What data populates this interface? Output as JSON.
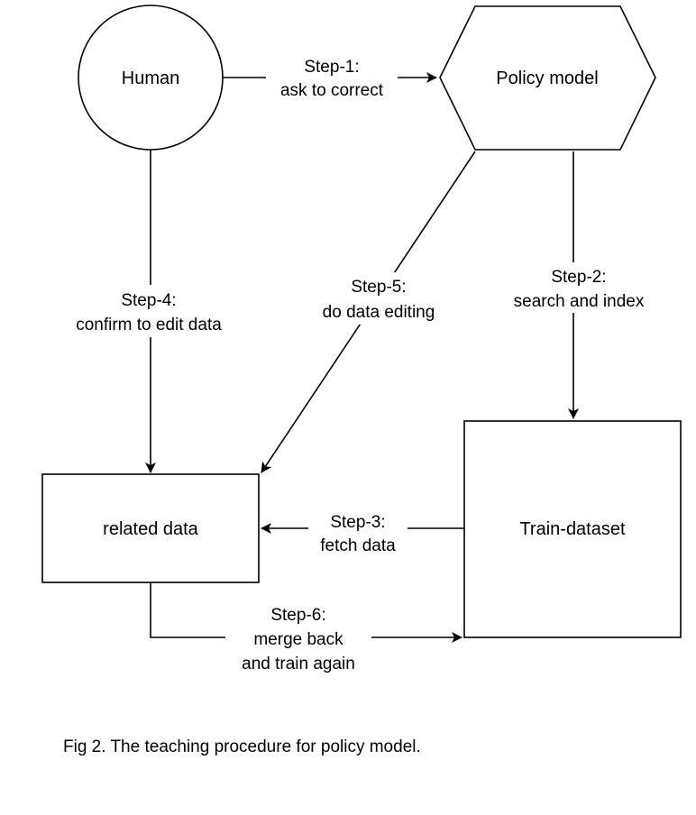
{
  "nodes": {
    "human": "Human",
    "policy_model": "Policy model",
    "related_data": "related data",
    "train_dataset": "Train-dataset"
  },
  "edges": {
    "step1": {
      "line1": "Step-1:",
      "line2": "ask to correct"
    },
    "step2": {
      "line1": "Step-2:",
      "line2": "search and index"
    },
    "step3": {
      "line1": "Step-3:",
      "line2": "fetch data"
    },
    "step4": {
      "line1": "Step-4:",
      "line2": "confirm to edit data"
    },
    "step5": {
      "line1": "Step-5:",
      "line2": "do data editing"
    },
    "step6": {
      "line1": "Step-6:",
      "line2": "merge back",
      "line3": "and train again"
    }
  },
  "caption": "Fig 2. The teaching procedure for policy model.",
  "colors": {
    "stroke": "#000000",
    "label_bg": "#ffffff",
    "background": "#ffffff"
  }
}
